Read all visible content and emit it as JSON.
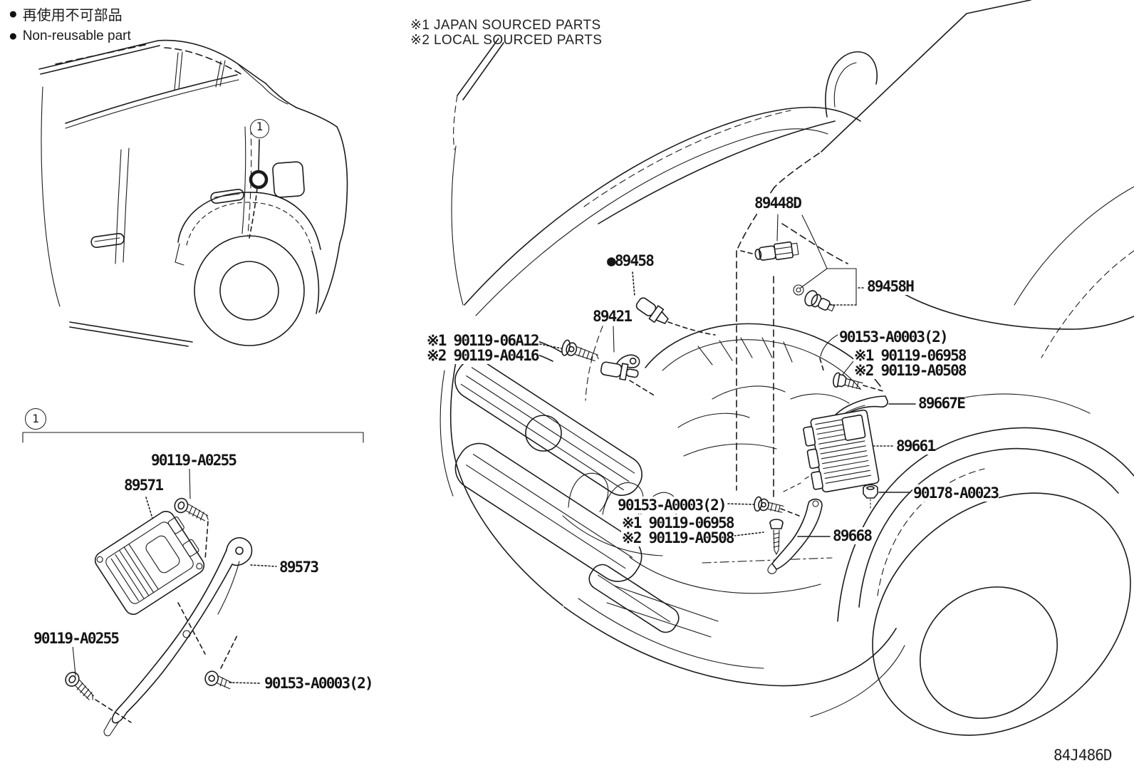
{
  "colors": {
    "ink": "#1b1b1b",
    "background": "#ffffff"
  },
  "legend": {
    "bullet": "●",
    "jp": "再使用不可部品",
    "en": "Non-reusable part"
  },
  "notes": [
    {
      "text": "※1 JAPAN SOURCED PARTS"
    },
    {
      "text": "※2 LOCAL SOURCED PARTS"
    }
  ],
  "callout": {
    "number": "1"
  },
  "parts": [
    {
      "id": "90119-A0255-upper",
      "text": "90119-A0255"
    },
    {
      "id": "89571",
      "text": "89571"
    },
    {
      "id": "89573",
      "text": "89573"
    },
    {
      "id": "90119-A0255-lower",
      "text": "90119-A0255"
    },
    {
      "id": "90153-A0003-detail",
      "text": "90153-A0003(2)"
    },
    {
      "id": "90119-06A12",
      "text": "※1 90119-06A12"
    },
    {
      "id": "90119-A0416",
      "text": "※2 90119-A0416"
    },
    {
      "id": "89421",
      "text": "89421"
    },
    {
      "id": "89458",
      "text": "●89458"
    },
    {
      "id": "89448D",
      "text": "89448D"
    },
    {
      "id": "89458H",
      "text": "89458H"
    },
    {
      "id": "90153-A0003-upper",
      "text": "90153-A0003(2)"
    },
    {
      "id": "90119-06958-upper",
      "text": "※1 90119-06958"
    },
    {
      "id": "90119-A0508-upper",
      "text": "※2 90119-A0508"
    },
    {
      "id": "89667E",
      "text": "89667E"
    },
    {
      "id": "89661",
      "text": "89661"
    },
    {
      "id": "90178-A0023",
      "text": "90178-A0023"
    },
    {
      "id": "90153-A0003-lower",
      "text": "90153-A0003(2)"
    },
    {
      "id": "90119-06958-lower",
      "text": "※1 90119-06958"
    },
    {
      "id": "90119-A0508-lower",
      "text": "※2 90119-A0508"
    },
    {
      "id": "89668",
      "text": "89668"
    }
  ],
  "diagram_code": "84J486D"
}
